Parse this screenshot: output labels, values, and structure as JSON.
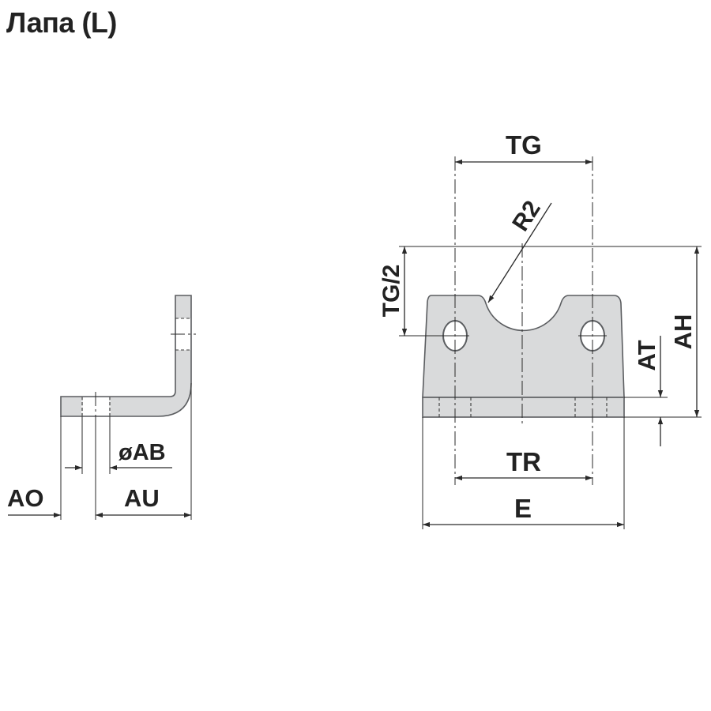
{
  "title": "Лапа (L)",
  "labels": {
    "ao": "AO",
    "au": "AU",
    "ab": "øAB",
    "tg": "TG",
    "r2": "R2",
    "tg_half": "TG/2",
    "ah": "AH",
    "at": "AT",
    "tr": "TR",
    "e": "E"
  },
  "colors": {
    "part_fill": "#d9dadb",
    "part_edge": "#5b5d60",
    "line": "#2a2a2a"
  }
}
